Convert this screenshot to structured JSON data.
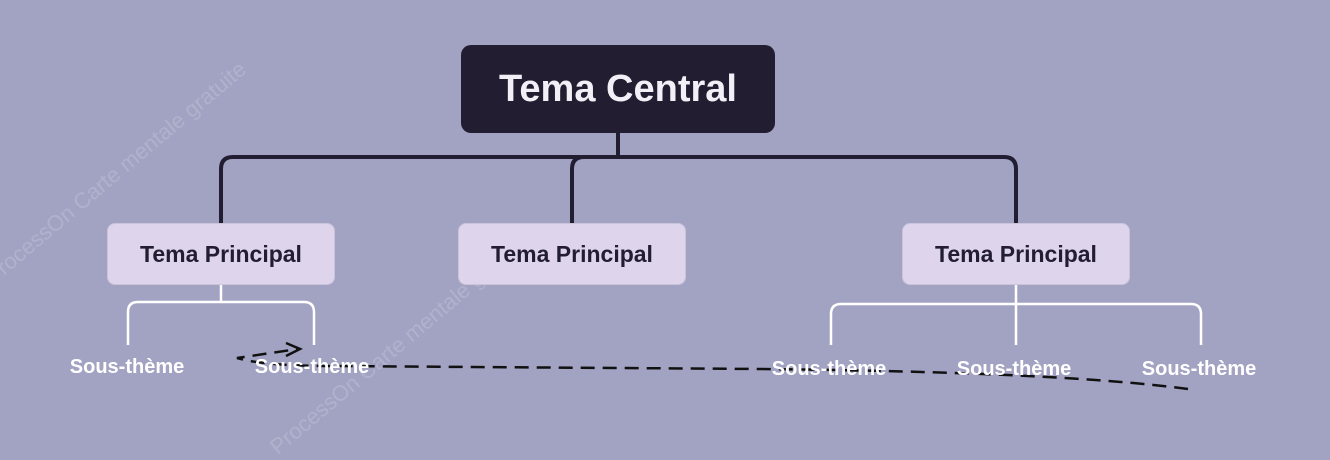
{
  "diagram": {
    "central_topic": "Tema Central",
    "main_topics": [
      {
        "label": "Tema Principal"
      },
      {
        "label": "Tema Principal"
      },
      {
        "label": "Tema Principal"
      }
    ],
    "subtopics": [
      {
        "label": "Sous-thème",
        "parent": 0
      },
      {
        "label": "Sous-thème",
        "parent": 0
      },
      {
        "label": "Sous-thème",
        "parent": 2
      },
      {
        "label": "Sous-thème",
        "parent": 2
      },
      {
        "label": "Sous-thème",
        "parent": 2
      }
    ],
    "colors": {
      "background": "#a2a3c3",
      "central_fill": "#221d30",
      "main_fill": "#ded4ec",
      "connector_dark": "#221d30",
      "connector_light": "#ffffff"
    }
  },
  "watermark": {
    "text_1": "ProcessOn Carte mentale gratuite",
    "text_2": "ProcessOn Carte mentale gratuite"
  }
}
